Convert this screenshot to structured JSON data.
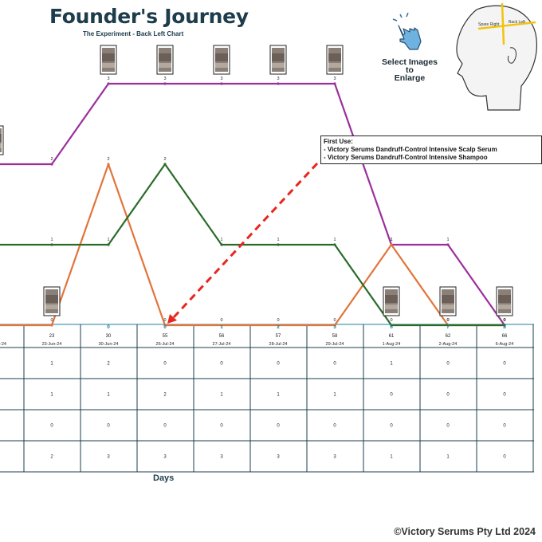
{
  "header": {
    "title": "Founder's Journey",
    "subtitle": "The Experiment - Back Left Chart"
  },
  "cta": {
    "line1": "Select Images",
    "line2": "to",
    "line3": "Enlarge"
  },
  "head_diagram": {
    "label_right": "Spare Right",
    "label_left": "Back Left"
  },
  "annotation": {
    "heading": "First Use:",
    "items": [
      "- Victory Serums Dandruff-Control Intensive Scalp Serum",
      "- Victory Serums Dandruff-Control Intensive Shampoo"
    ]
  },
  "footer": {
    "xlabel": "Days",
    "copyright": "©Victory Serums Pty Ltd 2024"
  },
  "colors": {
    "purple": "#9b2f9b",
    "orange": "#e2743a",
    "green": "#2a6b2a",
    "arrow": "#e8261f",
    "grid": "#1d3c4c",
    "x_number": "#1f7fa0"
  },
  "chart_data": {
    "type": "line",
    "x_numbers": [
      "",
      "",
      "0",
      "0",
      "1",
      "2",
      "3",
      "6",
      "7",
      "8"
    ],
    "x_days": [
      "",
      "23",
      "30",
      "55",
      "56",
      "57",
      "58",
      "61",
      "62",
      "66"
    ],
    "x_dates": [
      "-24",
      "23-Jun-24",
      "30-Jun-24",
      "26-Jul-24",
      "27-Jul-24",
      "28-Jul-24",
      "29-Jul-24",
      "1-Aug-24",
      "2-Aug-24",
      "6-Aug-24"
    ],
    "ylim": [
      0,
      3
    ],
    "series": [
      {
        "color_key": "purple",
        "values": [
          2,
          2,
          3,
          3,
          3,
          3,
          3,
          1,
          1,
          0
        ]
      },
      {
        "color_key": "orange",
        "values": [
          0,
          0,
          2,
          0,
          0,
          0,
          0,
          1,
          0,
          0
        ]
      },
      {
        "color_key": "green",
        "values": [
          1,
          1,
          1,
          2,
          1,
          1,
          1,
          0,
          0,
          0
        ]
      }
    ],
    "point_labels": [
      {
        "index": 1,
        "text": "2"
      },
      {
        "index": 2,
        "text": "3"
      },
      {
        "index": 3,
        "text": "3"
      },
      {
        "index": 4,
        "text": "3"
      },
      {
        "index": 5,
        "text": "3"
      },
      {
        "index": 6,
        "text": "3"
      },
      {
        "index": 7,
        "text": "1"
      },
      {
        "index": 8,
        "text": "1"
      }
    ],
    "table_rows": [
      [
        "",
        "1",
        "2",
        "0",
        "0",
        "0",
        "0",
        "1",
        "0",
        "0"
      ],
      [
        "",
        "1",
        "1",
        "2",
        "1",
        "1",
        "1",
        "0",
        "0",
        "0"
      ],
      [
        "",
        "0",
        "0",
        "0",
        "0",
        "0",
        "0",
        "0",
        "0",
        "0"
      ],
      [
        "",
        "2",
        "3",
        "3",
        "3",
        "3",
        "3",
        "1",
        "1",
        "0"
      ]
    ],
    "photos": [
      {
        "index": 0,
        "value": 2
      },
      {
        "index": 1,
        "value": 0
      },
      {
        "index": 2,
        "value": 3
      },
      {
        "index": 3,
        "value": 3
      },
      {
        "index": 4,
        "value": 3
      },
      {
        "index": 5,
        "value": 3
      },
      {
        "index": 6,
        "value": 3
      },
      {
        "index": 7,
        "value": 0
      },
      {
        "index": 8,
        "value": 0
      },
      {
        "index": 9,
        "value": 0
      }
    ]
  }
}
